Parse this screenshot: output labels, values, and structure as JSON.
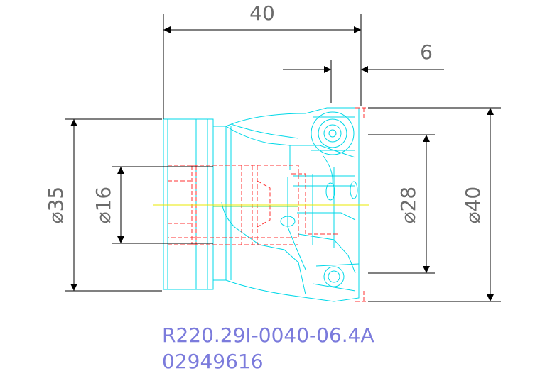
{
  "drawing": {
    "dimensions": {
      "overall_length": "40",
      "insert_offset": "6",
      "shank_diameter": "⌀35",
      "bore_diameter": "⌀16",
      "inner_cut_diameter": "⌀28",
      "cutting_diameter": "⌀40"
    },
    "part_number": "R220.29I-0040-06.4A",
    "order_code": "02949616",
    "colors": {
      "dimension": "#000000",
      "dim_text": "#6b6b6b",
      "outline": "#00d8e8",
      "hidden": "#ff3030",
      "centerline": "#e8e800",
      "part_text": "#7b7bdc"
    }
  }
}
